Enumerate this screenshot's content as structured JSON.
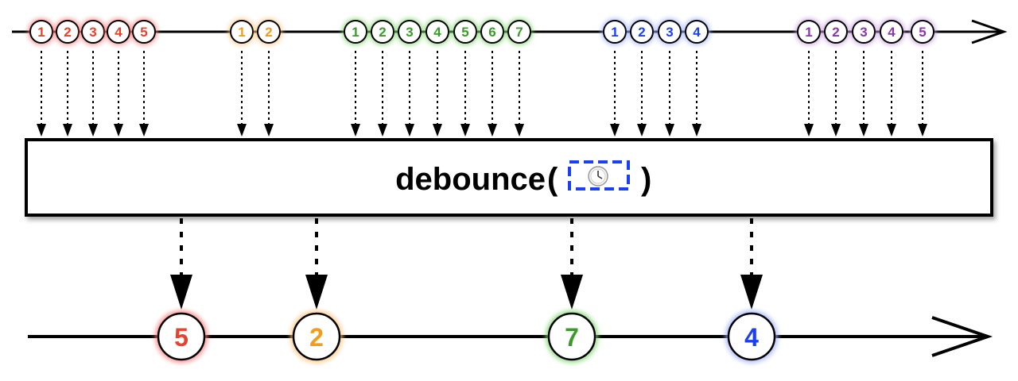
{
  "operator": {
    "name": "debounce",
    "open_paren": "(",
    "close_paren": ")",
    "argument_icon": "clock-icon",
    "argument_border_color": "#1a3ff5"
  },
  "timeline_color": "#000000",
  "input_groups": [
    {
      "color": "#e8412d",
      "glow": "#ff7b7b",
      "labels": [
        "1",
        "2",
        "3",
        "4",
        "5"
      ]
    },
    {
      "color": "#f39c1b",
      "glow": "#ffc27a",
      "labels": [
        "1",
        "2"
      ]
    },
    {
      "color": "#3b9b2a",
      "glow": "#7fd66d",
      "labels": [
        "1",
        "2",
        "3",
        "4",
        "5",
        "6",
        "7"
      ]
    },
    {
      "color": "#1a3ff5",
      "glow": "#9fb0ff",
      "labels": [
        "1",
        "2",
        "3",
        "4"
      ]
    },
    {
      "color": "#8a38a8",
      "glow": "#c99be0",
      "labels": [
        "1",
        "2",
        "3",
        "4",
        "5"
      ]
    }
  ],
  "output_marbles": [
    {
      "label": "5",
      "color": "#e8412d",
      "glow": "#ff7b7b"
    },
    {
      "label": "2",
      "color": "#f39c1b",
      "glow": "#ffc27a"
    },
    {
      "label": "7",
      "color": "#3b9b2a",
      "glow": "#7fd66d"
    },
    {
      "label": "4",
      "color": "#1a3ff5",
      "glow": "#9fb0ff"
    }
  ]
}
